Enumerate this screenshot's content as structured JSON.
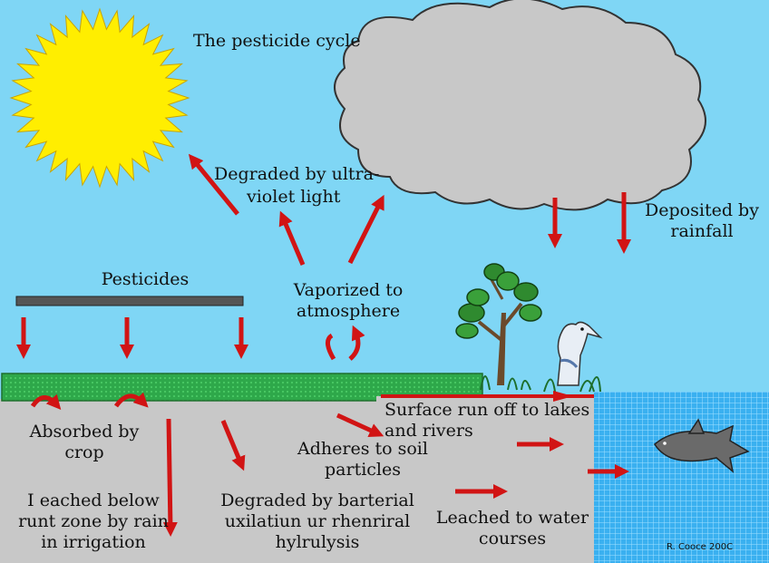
{
  "title": "The pesticide cycle",
  "labels": {
    "degraded_uv_1": "Degraded by ultra-",
    "degraded_uv_2": "violet light",
    "deposited_1": "Deposited by",
    "deposited_2": "rainfall",
    "pesticides": "Pesticides",
    "vaporized_1": "Vaporized to",
    "vaporized_2": "atmosphere",
    "surface_1": "Surface run off to lakes",
    "surface_2": "and rivers",
    "absorbed_1": "Absorbed by",
    "absorbed_2": "crop",
    "adheres_1": "Adheres to soil",
    "adheres_2": "particles",
    "leached_below_1": "I eached below",
    "leached_below_2": "runt zone by rain",
    "leached_below_3": "in irrigation",
    "degraded_bact_1": "Degraded by barterial",
    "degraded_bact_2": "uxilatiun ur rhenriral",
    "degraded_bact_3": "hylrulysis",
    "leached_water_1": "Leached to water",
    "leached_water_2": "courses"
  },
  "credit": "R. Cooce 200C",
  "colors": {
    "sky": "#7fd6f5",
    "sun": "#ffee00",
    "cloud": "#c8c8c8",
    "soil": "#c8c8c8",
    "grass": "#3cb043",
    "water": "#3ab0f0",
    "arrow": "#d11414",
    "boom": "#555555"
  },
  "icons": [
    "sun-icon",
    "cloud-icon",
    "tree-icon",
    "heron-icon",
    "shark-icon",
    "arrow-icon"
  ]
}
